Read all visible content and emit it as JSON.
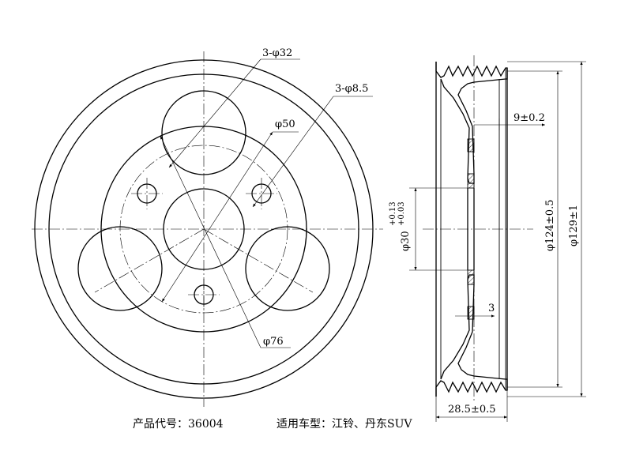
{
  "labels": {
    "hole_large": "3-φ32",
    "hole_small": "3-φ8.5",
    "pcd": "φ50",
    "outer_ring": "φ76",
    "groove_offset": "9±0.2",
    "bore": "φ30",
    "bore_tol_upper": "+0.13",
    "bore_tol_lower": "+0.03",
    "thickness": "3",
    "width": "28.5±0.5",
    "d_root": "φ124±0.5",
    "d_outer": "φ129±1"
  },
  "footer": {
    "product_no": "产品代号：36004",
    "vehicles": "适用车型：江铃、丹东SUV"
  }
}
